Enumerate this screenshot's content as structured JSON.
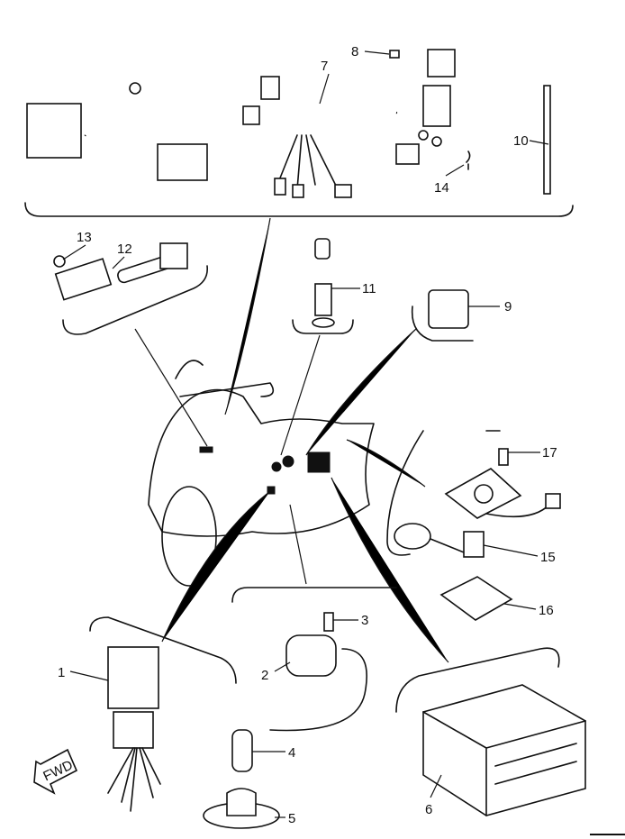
{
  "diagram": {
    "callouts": [
      {
        "id": "1",
        "label": "1"
      },
      {
        "id": "2",
        "label": "2"
      },
      {
        "id": "3",
        "label": "3"
      },
      {
        "id": "4",
        "label": "4"
      },
      {
        "id": "5",
        "label": "5"
      },
      {
        "id": "6",
        "label": "6"
      },
      {
        "id": "7",
        "label": "7"
      },
      {
        "id": "8",
        "label": "8"
      },
      {
        "id": "9",
        "label": "9"
      },
      {
        "id": "10",
        "label": "10"
      },
      {
        "id": "11",
        "label": "11"
      },
      {
        "id": "12",
        "label": "12"
      },
      {
        "id": "13",
        "label": "13"
      },
      {
        "id": "14",
        "label": "14"
      },
      {
        "id": "15",
        "label": "15"
      },
      {
        "id": "16",
        "label": "16"
      },
      {
        "id": "17",
        "label": "17"
      }
    ],
    "direction_arrow": "FWD",
    "line_color": "#111111",
    "background": "#ffffff"
  }
}
